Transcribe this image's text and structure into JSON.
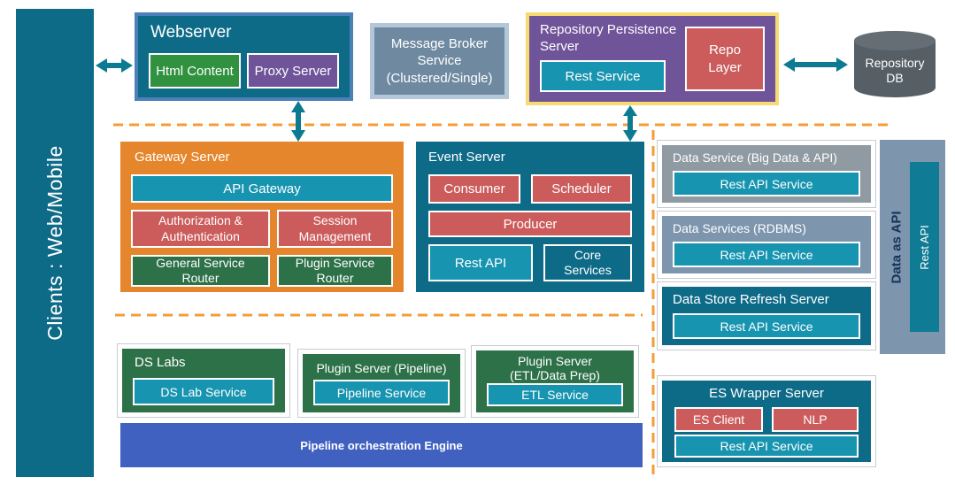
{
  "colors": {
    "teal": "#0e6b88",
    "teal-inner": "#1794b0",
    "teal-strip": "#0f7b94",
    "green-bright": "#30923f",
    "green-dark": "#2d7148",
    "purple": "#6f5499",
    "red": "#cc5c5c",
    "orange": "#e5862c",
    "gray-blue": "#6f8aa0",
    "slate": "#8f9aa3",
    "steel": "#7d95ad",
    "db-gray": "#575f66",
    "db-gray-light": "#656e75",
    "engine-blue": "#4161c1",
    "yellow-border": "#f7da72",
    "blue-border": "#4b80b8",
    "steel-border": "#b3c7d9",
    "wrap-border": "#c7ccd1",
    "arrow": "#0c7b92",
    "dash": "#f49d37",
    "dark-label": "#16355d"
  },
  "clients": {
    "label": "Clients : Web/Mobile"
  },
  "webserver": {
    "title": "Webserver",
    "html_content": "Html Content",
    "proxy_server": "Proxy Server"
  },
  "message_broker": {
    "label": "Message Broker Service (Clustered/Single)"
  },
  "repo_persistence": {
    "title": "Repository Persistence Server",
    "rest_service": "Rest Service",
    "repo_layer": "Repo Layer"
  },
  "repository_db": {
    "label": "Repository DB"
  },
  "gateway": {
    "title": "Gateway Server",
    "api_gateway": "API Gateway",
    "auth": "Authorization & Authentication",
    "session": "Session Management",
    "general_router": "General Service Router",
    "plugin_router": "Plugin Service Router"
  },
  "event": {
    "title": "Event Server",
    "consumer": "Consumer",
    "scheduler": "Scheduler",
    "producer": "Producer",
    "rest_api": "Rest API",
    "core_services": "Core Services"
  },
  "data_services": [
    {
      "title": "Data Service (Big Data & API)",
      "service": "Rest API Service"
    },
    {
      "title": "Data Services (RDBMS)",
      "service": "Rest API Service"
    },
    {
      "title": "Data Store Refresh Server",
      "service": "Rest API Service"
    }
  ],
  "es_wrapper": {
    "title": "ES Wrapper Server",
    "es_client": "ES Client",
    "nlp": "NLP",
    "service": "Rest API Service"
  },
  "data_as_api": {
    "label": "Data as API",
    "rest_api": "Rest API"
  },
  "bottom_row": [
    {
      "title": "DS Labs",
      "service": "DS Lab Service"
    },
    {
      "title": "Plugin Server (Pipeline)",
      "service": "Pipeline Service"
    },
    {
      "title": "Plugin Server (ETL/Data Prep)",
      "service": "ETL Service"
    }
  ],
  "engine": {
    "label": "Pipeline orchestration Engine"
  }
}
